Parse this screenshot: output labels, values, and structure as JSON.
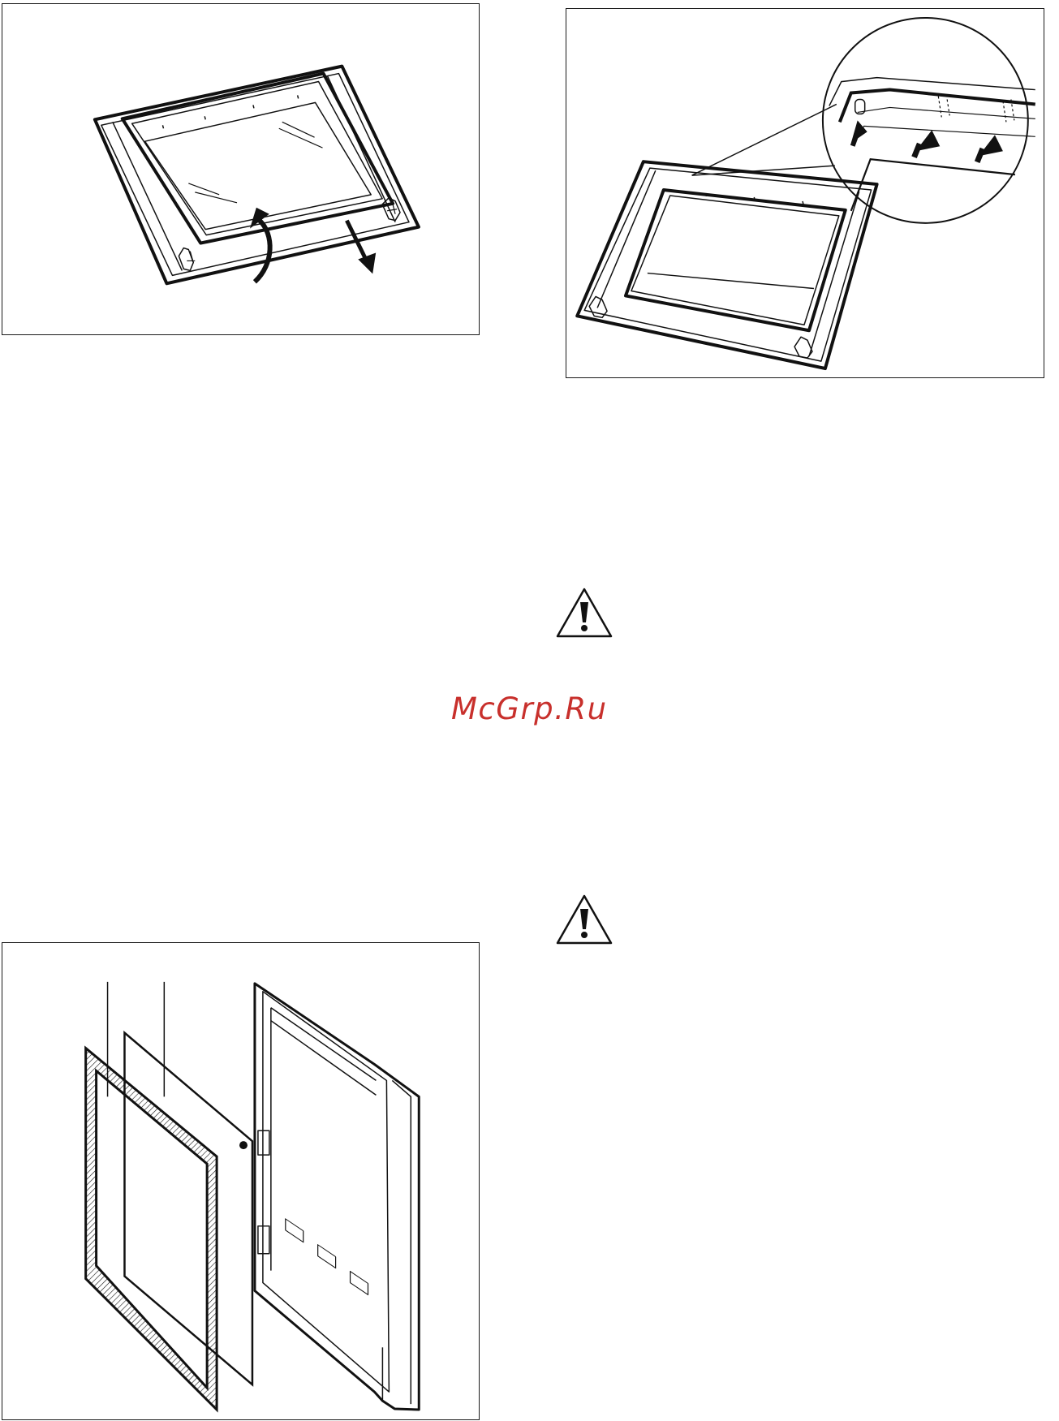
{
  "watermark": {
    "text": "McGrp.Ru",
    "color": "#c8302c"
  },
  "figures": [
    {
      "name": "door-glass-removal",
      "icon": "oven-door-illustration"
    },
    {
      "name": "glass-clip-detail",
      "icon": "oven-door-detail-illustration"
    },
    {
      "name": "door-glass-panels-exploded",
      "icon": "oven-door-exploded-illustration"
    }
  ],
  "warnings": [
    {
      "icon": "warning-triangle-icon"
    },
    {
      "icon": "warning-triangle-icon"
    }
  ]
}
